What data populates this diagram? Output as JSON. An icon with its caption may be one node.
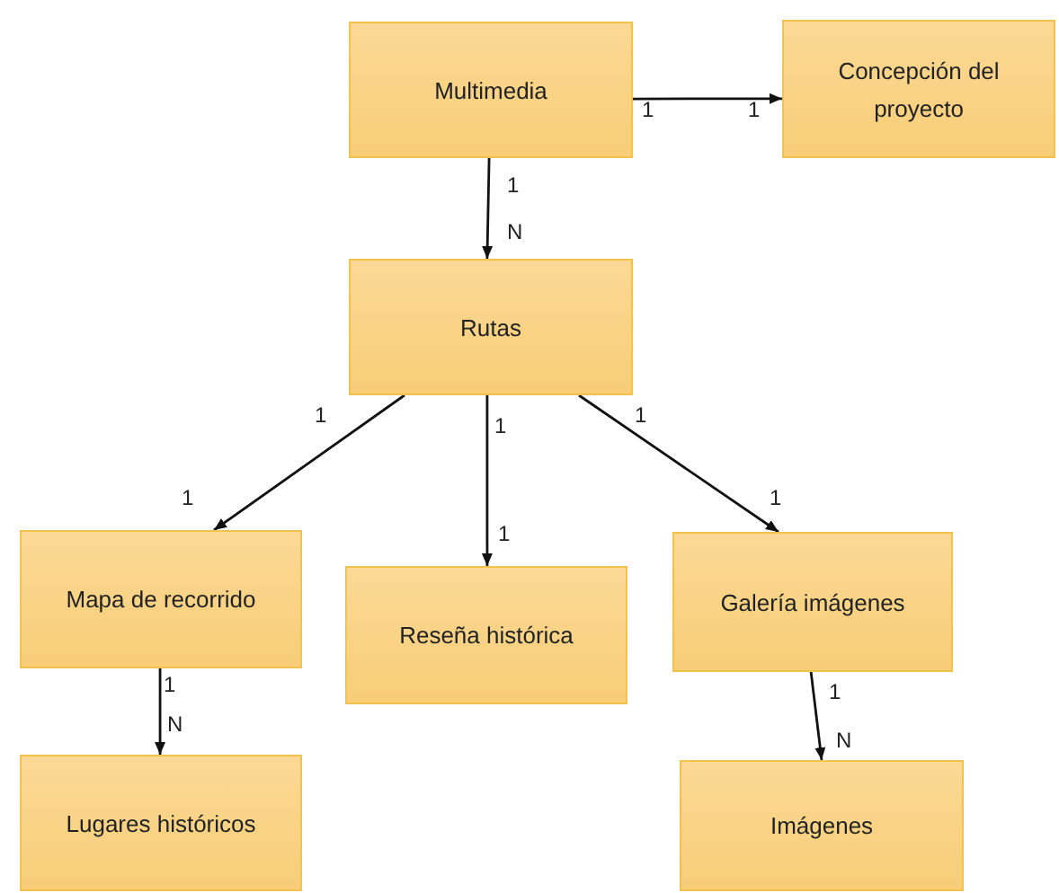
{
  "diagram": {
    "nodes": [
      {
        "text": [
          "Multimedia"
        ]
      },
      {
        "text": [
          "Concepción del proyecto"
        ]
      },
      {
        "text": [
          "Rutas"
        ]
      },
      {
        "text": [
          "Mapa de recorrido"
        ]
      },
      {
        "text": [
          "Reseña histórica"
        ]
      },
      {
        "text": [
          "Galería imágenes"
        ]
      },
      {
        "text": [
          "Lugares históricos"
        ]
      },
      {
        "text": [
          "Imágenes"
        ]
      }
    ],
    "edges": [
      {
        "from": 0,
        "to": 1,
        "arrow": "to"
      },
      {
        "from": 0,
        "to": 2,
        "arrow": "to"
      },
      {
        "from": 2,
        "to": 3,
        "arrow": "to"
      },
      {
        "from": 2,
        "to": 4,
        "arrow": "to"
      },
      {
        "from": 2,
        "to": 5,
        "arrow": "to"
      },
      {
        "from": 3,
        "to": 6,
        "arrow": "to"
      },
      {
        "from": 5,
        "to": 7,
        "arrow": "to"
      }
    ],
    "labels": [
      "1",
      "1",
      "1",
      "N",
      "1",
      "1",
      "1",
      "1",
      "1",
      "1",
      "1",
      "N",
      "1",
      "N"
    ]
  }
}
